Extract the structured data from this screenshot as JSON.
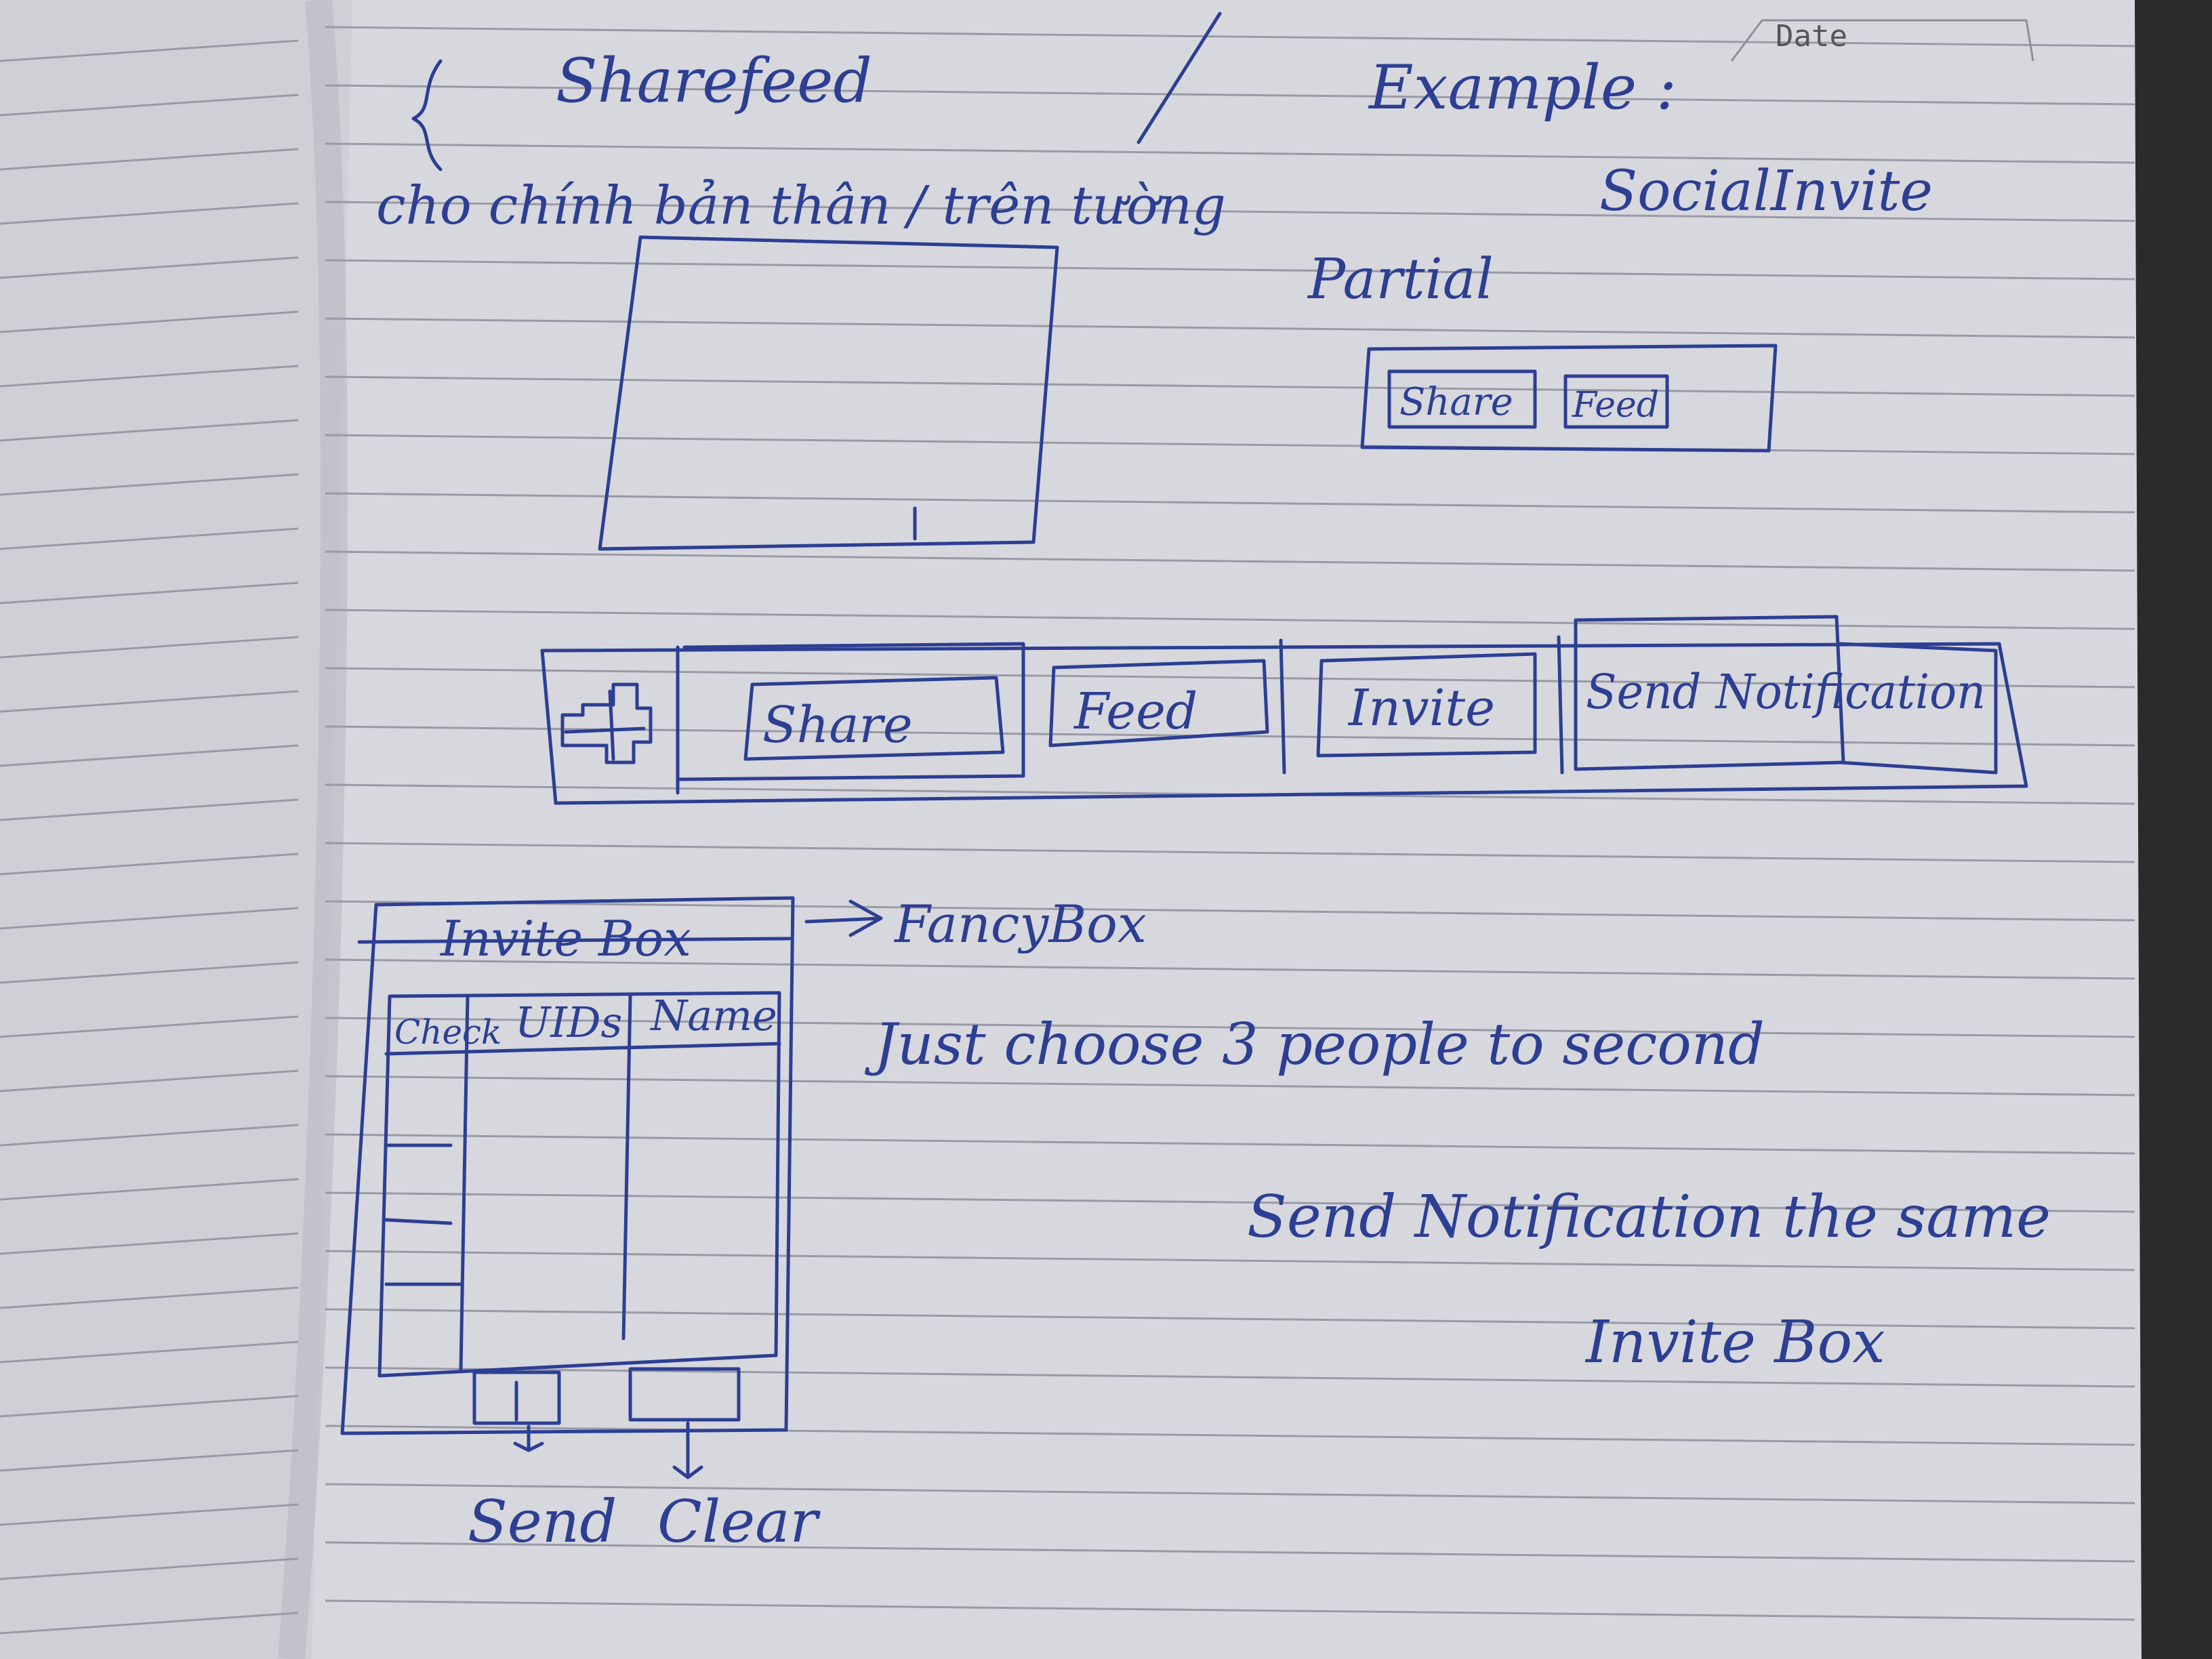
{
  "page_header": {
    "date_label": "Date"
  },
  "title_note": {
    "share_feed": "Sharefeed",
    "caption": "cho chính bản thân / trên tường"
  },
  "example": {
    "heading": "Example :",
    "module_name": "SocialInvite",
    "partial_label": "Partial",
    "partial_tabs": [
      "Share",
      "Feed"
    ]
  },
  "toolbar": {
    "tabs": [
      "Share",
      "Feed",
      "Invite",
      "Send Notification"
    ]
  },
  "invite_box": {
    "title": "Invite Box",
    "columns": [
      "Check",
      "UIDs",
      "Name"
    ],
    "send_label": "Send",
    "clear_label": "Clear"
  },
  "notes": {
    "fancybox": "FancyBox",
    "choose_rule": "Just choose 3 people to second",
    "send_notification": "Send Notification the same",
    "same_box": "Invite Box"
  },
  "colors": {
    "paper": "#d6d6dc",
    "ink": "#2c3f93",
    "rule_line": "#9a9aa6",
    "background": "#2b2b2b"
  }
}
